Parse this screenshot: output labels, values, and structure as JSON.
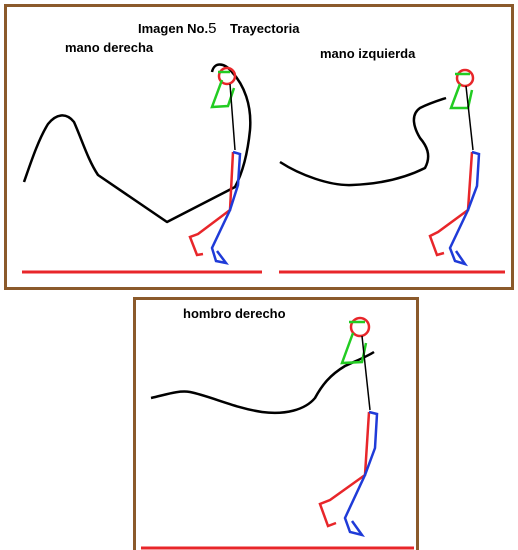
{
  "title": {
    "prefix": "Imagen No.",
    "number": "5",
    "suffix": "Trayectoria"
  },
  "panels": [
    {
      "label": "mano derecha"
    },
    {
      "label": "mano izquierda"
    },
    {
      "label": "hombro derecho"
    }
  ],
  "colors": {
    "frame": "#8b5a2b",
    "ground": "#e8262a",
    "trajectory": "#000000",
    "head": "#e8262a",
    "arm": "#22cc22",
    "torso": "#000000",
    "front_leg": "#e8262a",
    "back_leg": "#1f3bd8"
  }
}
